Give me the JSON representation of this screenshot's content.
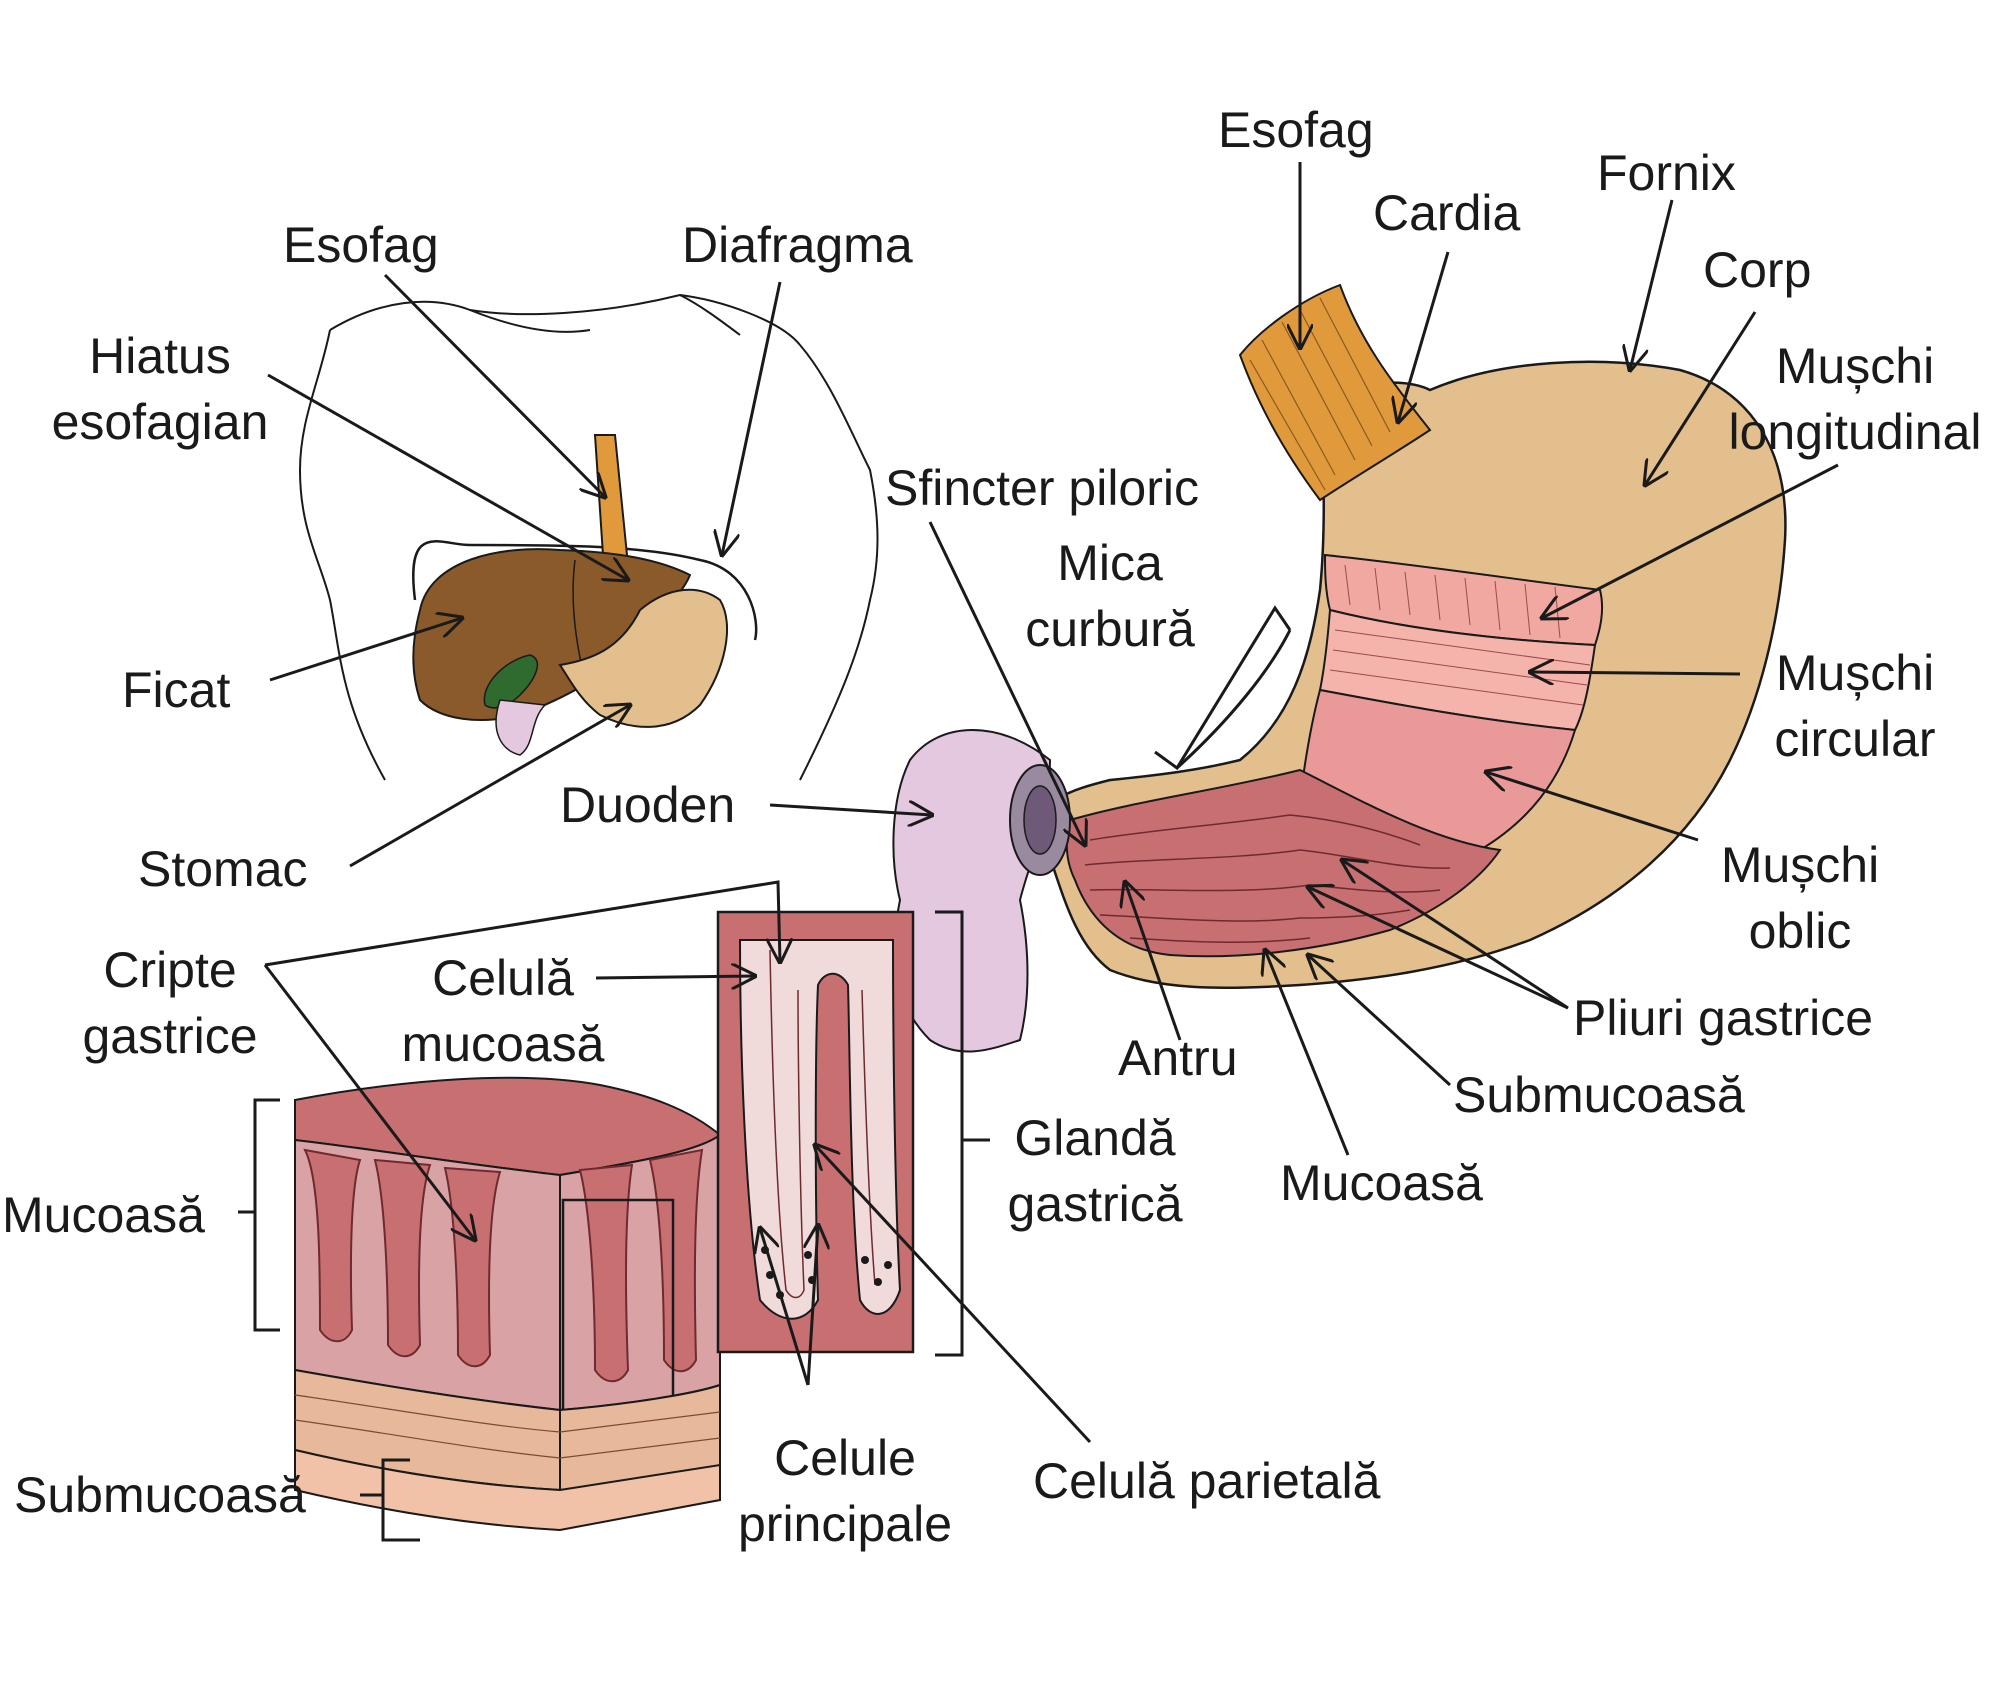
{
  "colors": {
    "line": "#1a1a1a",
    "liver": "#8b5a2b",
    "gallbladder": "#2f6b2f",
    "esophagus": "#e09a3c",
    "stomach_wall": "#e3bf8d",
    "muscle_pink": "#f0a8a0",
    "mucosa_red": "#c86f72",
    "duodenum": "#e3c8e0",
    "tissue_pink": "#d9a3a5",
    "submucosa": "#e8b89a"
  },
  "labels": {
    "body_esofag": "Esofag",
    "diafragma": "Diafragma",
    "hiatus_1": "Hiatus",
    "hiatus_2": "esofagian",
    "ficat": "Ficat",
    "stomac": "Stomac",
    "duoden": "Duoden",
    "esofag": "Esofag",
    "cardia": "Cardia",
    "fornix": "Fornix",
    "corp": "Corp",
    "sfincter": "Sfincter piloric",
    "mica_1": "Mica",
    "mica_2": "curbură",
    "long_1": "Mușchi",
    "long_2": "longitudinal",
    "circ_1": "Mușchi",
    "circ_2": "circular",
    "oblic_1": "Mușchi",
    "oblic_2": "oblic",
    "pliuri": "Pliuri gastrice",
    "antru": "Antru",
    "submucoasa_stomac": "Submucoasă",
    "mucoasa_stomac": "Mucoasă",
    "cripte_1": "Cripte",
    "cripte_2": "gastrice",
    "celula_mucoasa_1": "Celulă",
    "celula_mucoasa_2": "mucoasă",
    "mucoasa_tissue": "Mucoasă",
    "submucoasa_tissue": "Submucoasă",
    "celule_principale_1": "Celule",
    "celule_principale_2": "principale",
    "glanda_1": "Glandă",
    "glanda_2": "gastrică",
    "celula_parietala": "Celulă parietală"
  }
}
